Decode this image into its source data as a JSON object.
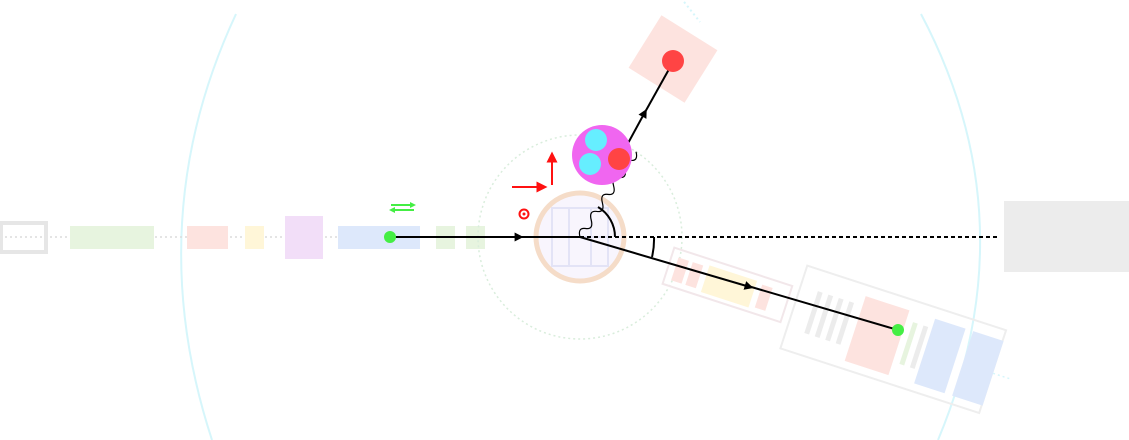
{
  "title": "",
  "colors": {
    "background": "#ffffff",
    "hall_outline": "#d6f6fb",
    "beamline_dotted": "#dcdcdc",
    "target_ring": "#f5dcc8",
    "target_glow": "#e9e0ff",
    "guide_circle": "#d9eddc",
    "track": "#000000",
    "electron": "#44ee44",
    "proton": "#ff4444",
    "quark": "#66eeff",
    "nucleon_cloud": "#f066f0",
    "polarization_arrow": "#ff1111",
    "detector_red": "#fde3df",
    "detector_blue": "#dde8fb",
    "detector_yellow": "#fff6d8",
    "detector_green": "#e7f4df",
    "detector_violet": "#f2def8",
    "dump_gray": "#ececec"
  },
  "icons": {
    "beam_polarization": "double-arrow-icon",
    "target_polarization_out_of_plane": "dot-in-circle-icon",
    "target_polarization_transverse": "right-arrow-icon",
    "target_polarization_longitudinal": "up-arrow-icon",
    "virtual_photon": "wavy-line-icon",
    "scattering_angle": "angle-arc-icon",
    "out_of_plane_angle": "angle-arc-icon"
  },
  "diagram": {
    "particles": [
      "electron",
      "scattered-electron",
      "virtual-photon",
      "nucleon",
      "recoil-proton"
    ],
    "quark_count": 2,
    "struck_quark_count": 1
  }
}
